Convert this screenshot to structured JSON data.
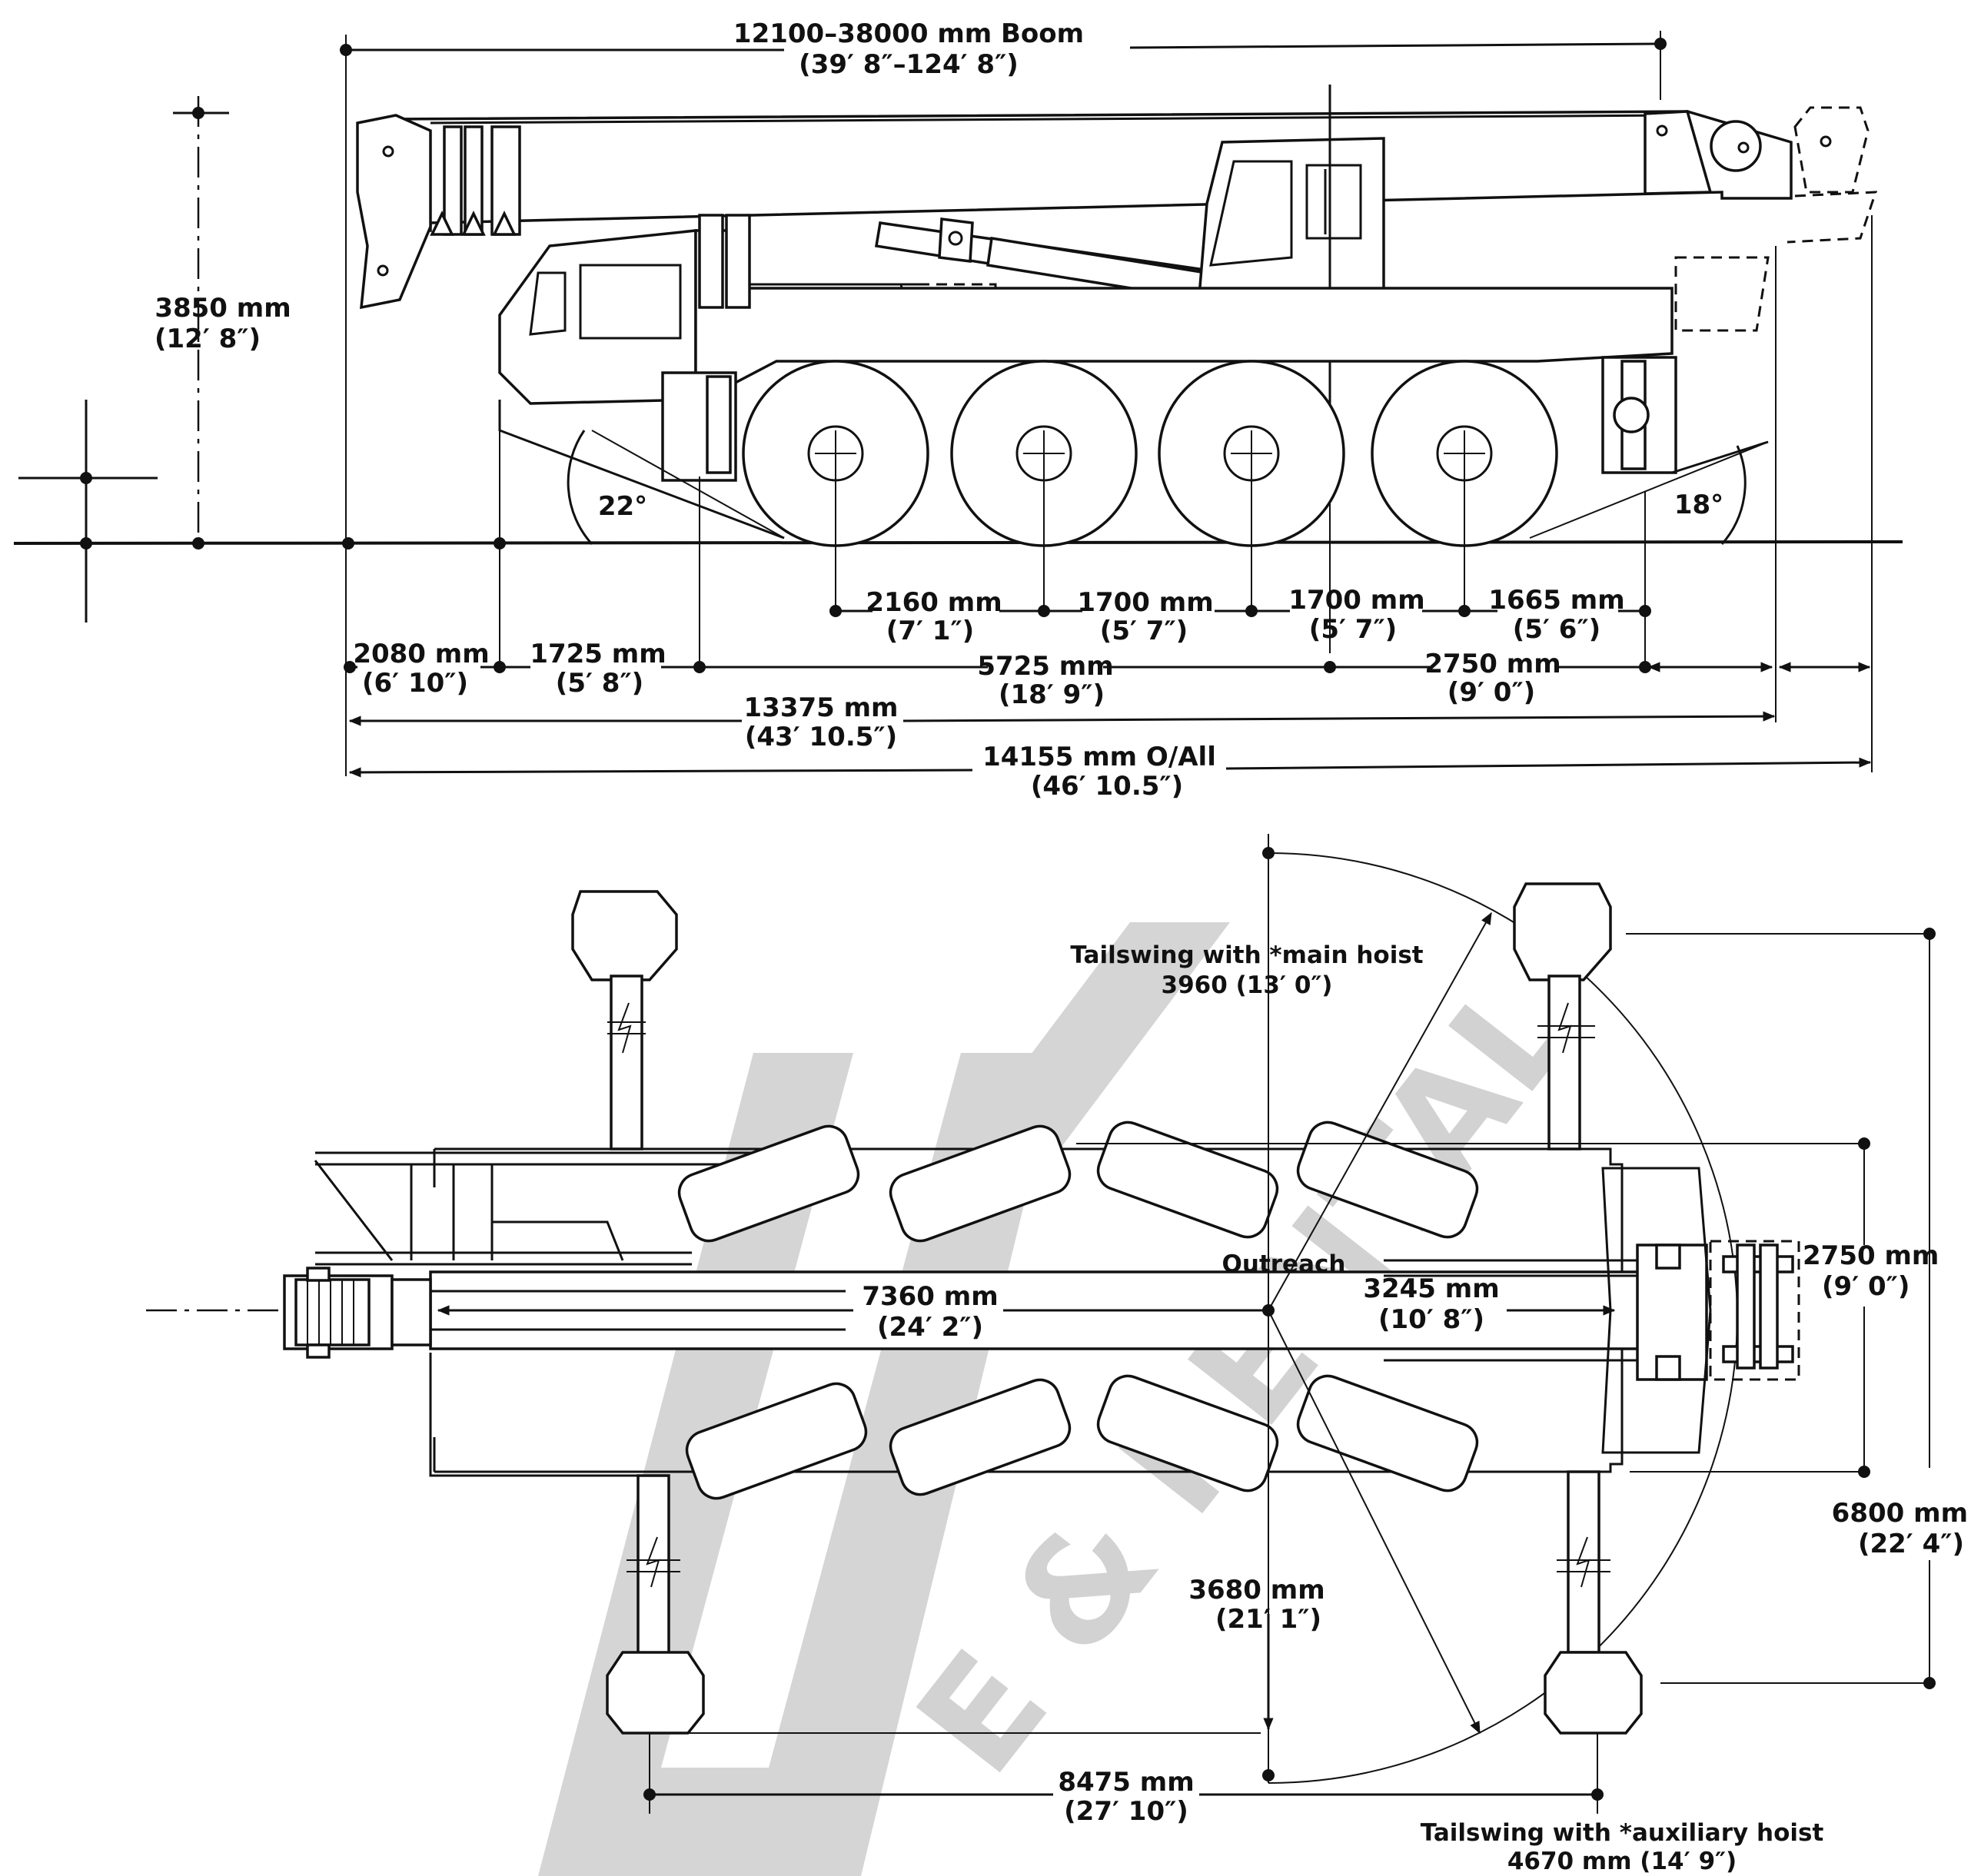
{
  "side_view": {
    "boom": {
      "line1": "12100–38000 mm Boom",
      "line2": "(39′ 8″–124′ 8″)"
    },
    "height": {
      "line1": "3850 mm",
      "line2": "(12′ 8″)"
    },
    "angle_front": "22°",
    "angle_rear": "18°",
    "axle_1_2": {
      "line1": "2160 mm",
      "line2": "(7′ 1″)"
    },
    "axle_2_3": {
      "line1": "1700 mm",
      "line2": "(5′ 7″)"
    },
    "axle_3_4": {
      "line1": "1700 mm",
      "line2": "(5′ 7″)"
    },
    "axle_4_outrigger": {
      "line1": "1665 mm",
      "line2": "(5′ 6″)"
    },
    "front_overhang": {
      "line1": "2080 mm",
      "line2": "(6′ 10″)"
    },
    "front_outrigger": {
      "line1": "1725 mm",
      "line2": "(5′ 8″)"
    },
    "outrigger_base": {
      "line1": "5725 mm",
      "line2": "(18′ 9″)"
    },
    "rear_section": {
      "line1": "2750 mm",
      "line2": "(9′ 0″)"
    },
    "length_carrier": {
      "line1": "13375 mm",
      "line2": "(43′ 10.5″)"
    },
    "length_overall": {
      "line1": "14155 mm O/All",
      "line2": "(46′ 10.5″)"
    }
  },
  "top_view": {
    "tailswing_main": {
      "line1": "Tailswing with *main hoist",
      "line2": "3960 (13′ 0″)"
    },
    "outreach": "Outreach",
    "front_reach": {
      "line1": "7360 mm",
      "line2": "(24′ 2″)"
    },
    "rear_reach": {
      "line1": "3245 mm",
      "line2": "(10′ 8″)"
    },
    "rear_width": {
      "line1": "2750 mm",
      "line2": "(9′ 0″)"
    },
    "outrigger_spread": {
      "line1": "6800 mm",
      "line2": "(22′ 4″)"
    },
    "half_spread": {
      "line1": "3680 mm",
      "line2": "(21′ 1″)"
    },
    "outrigger_length": {
      "line1": "8475 mm",
      "line2": "(27′ 10″)"
    },
    "tailswing_aux": {
      "line1": "Tailswing with *auxiliary hoist",
      "line2": "4670 mm (14′ 9″)"
    }
  },
  "watermark": {
    "text": "E & RENTAL"
  }
}
